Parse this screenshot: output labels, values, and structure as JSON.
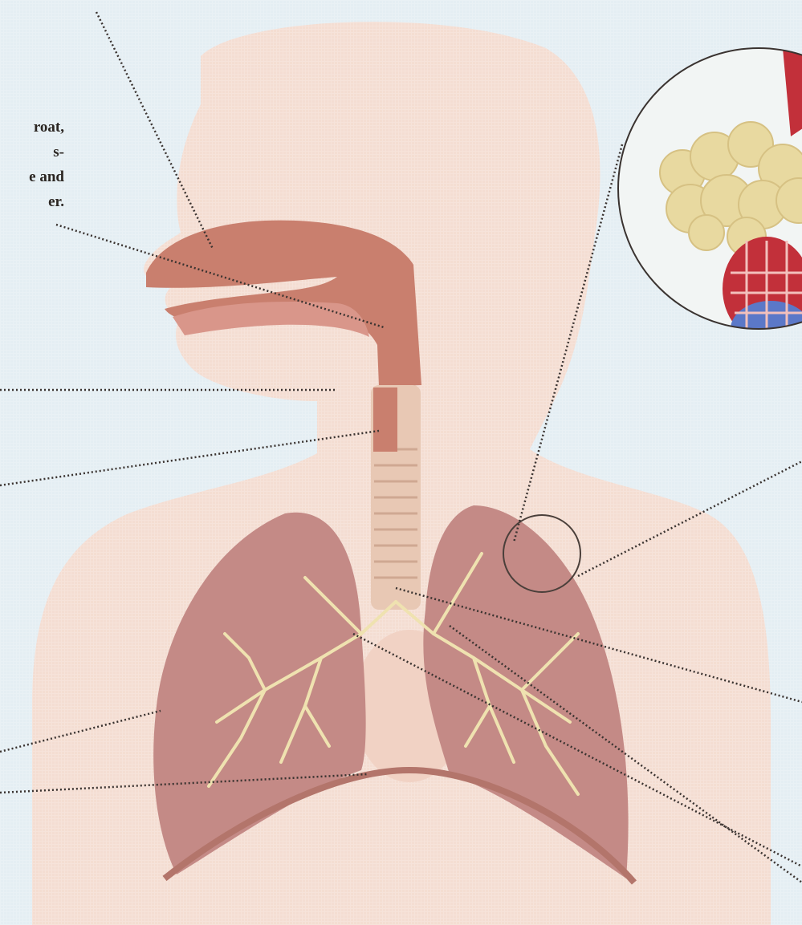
{
  "caption_fragment": {
    "lines": [
      "roat,",
      "s-",
      "e and",
      "er."
    ]
  },
  "colors": {
    "background": "#e4eef3",
    "body_silhouette": "#f4ddd2",
    "airway_tissue": "#c97f6e",
    "lung_tissue": "#c48a86",
    "bronchi": "#efe2b0",
    "alveoli_yellow": "#e8d9a0",
    "capillary_red": "#c2303a",
    "capillary_blue": "#5b78c8",
    "pointer_line": "#3a3330"
  },
  "icons": [
    "nasal-cavity-illustration",
    "trachea-illustration",
    "lung-illustration",
    "alveoli-magnifier-inset"
  ]
}
